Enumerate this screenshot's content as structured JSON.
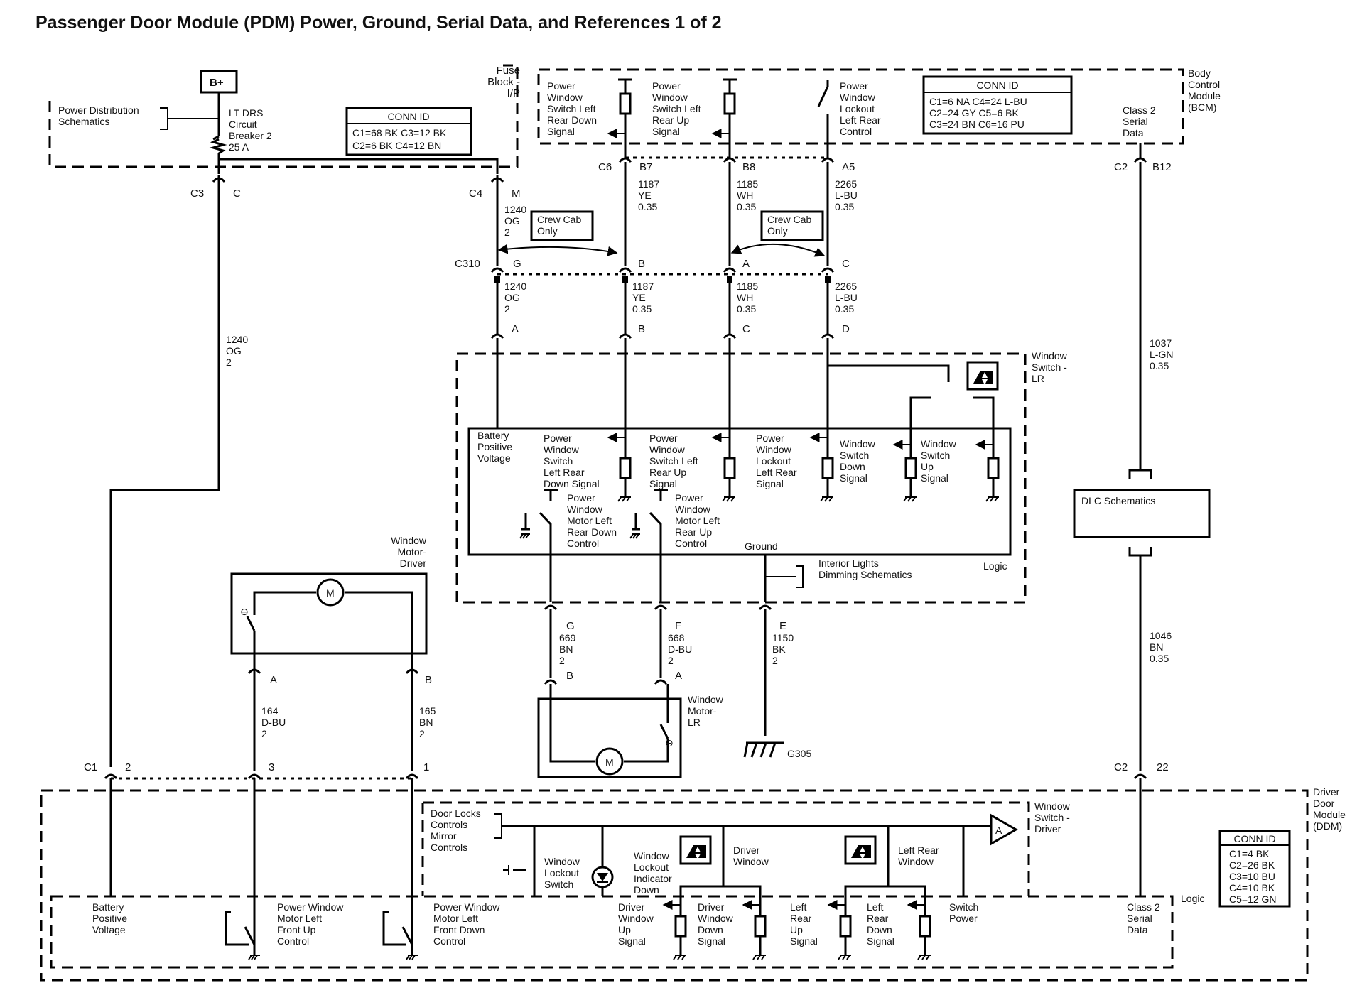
{
  "title": "Passenger Door Module (PDM) Power, Ground, Serial Data, and References 1 of 2",
  "top_left": {
    "bplus": "B+",
    "power_dist": [
      "Power Distribution",
      "Schematics"
    ],
    "breaker": [
      "LT DRS",
      "Circuit",
      "Breaker 2",
      "25 A"
    ],
    "fuse_block": [
      "Fuse",
      "Block -",
      "I/P"
    ],
    "conn_id_title": "CONN ID",
    "conn_id_lines": [
      "C1=68 BK  C3=12 BK",
      "C2=6 BK   C4=12 BN"
    ],
    "c3": "C3",
    "c3_pin": "C",
    "c4": "C4",
    "c4_pin": "M"
  },
  "bcm": {
    "name": [
      "Body",
      "Control",
      "Module",
      "(BCM)"
    ],
    "sig1": [
      "Power",
      "Window",
      "Switch Left",
      "Rear Down",
      "Signal"
    ],
    "sig2": [
      "Power",
      "Window",
      "Switch Left",
      "Rear Up",
      "Signal"
    ],
    "sig3": [
      "Power",
      "Window",
      "Lockout",
      "Left Rear",
      "Control"
    ],
    "class2": [
      "Class 2",
      "Serial",
      "Data"
    ],
    "conn_id_title": "CONN ID",
    "conn_id_lines": [
      "C1=6 NA     C4=24 L-BU",
      "C2=24 GY   C5=6 BK",
      "C3=24 BN    C6=16 PU"
    ],
    "c6": "C6",
    "pins": [
      "B7",
      "B8",
      "A5"
    ],
    "c2": "C2",
    "c2_pin": "B12"
  },
  "wires": {
    "w1240_a": [
      "1240",
      "OG",
      "2"
    ],
    "w1187_a": [
      "1187",
      "YE",
      "0.35"
    ],
    "w1185_a": [
      "1185",
      "WH",
      "0.35"
    ],
    "w2265_a": [
      "2265",
      "L-BU",
      "0.35"
    ],
    "w1240_b": [
      "1240",
      "OG",
      "2"
    ],
    "w1187_b": [
      "1187",
      "YE",
      "0.35"
    ],
    "w1185_b": [
      "1185",
      "WH",
      "0.35"
    ],
    "w2265_b": [
      "2265",
      "L-BU",
      "0.35"
    ],
    "w1240_left": [
      "1240",
      "OG",
      "2"
    ],
    "w1037": [
      "1037",
      "L-GN",
      "0.35"
    ],
    "w1046": [
      "1046",
      "BN",
      "0.35"
    ],
    "w669": [
      "669",
      "BN",
      "2"
    ],
    "w668": [
      "668",
      "D-BU",
      "2"
    ],
    "w1150": [
      "1150",
      "BK",
      "2"
    ],
    "w164": [
      "164",
      "D-BU",
      "2"
    ],
    "w165": [
      "165",
      "BN",
      "2"
    ]
  },
  "c310": {
    "label": "C310",
    "pins": [
      "G",
      "B",
      "A",
      "C"
    ],
    "crew_cab": [
      "Crew Cab",
      "Only"
    ],
    "crew_cab2": [
      "Crew Cab",
      "Only"
    ]
  },
  "lr_switch": {
    "name": [
      "Window",
      "Switch -",
      "LR"
    ],
    "pins": [
      "A",
      "B",
      "C",
      "D"
    ],
    "logic": "Logic",
    "bpv": [
      "Battery",
      "Positive",
      "Voltage"
    ],
    "s1": [
      "Power",
      "Window",
      "Switch",
      "Left Rear",
      "Down Signal"
    ],
    "s2": [
      "Power",
      "Window",
      "Switch Left",
      "Rear Up",
      "Signal"
    ],
    "s3": [
      "Power",
      "Window",
      "Lockout",
      "Left Rear",
      "Signal"
    ],
    "s4": [
      "Window",
      "Switch",
      "Down",
      "Signal"
    ],
    "s5": [
      "Window",
      "Switch",
      "Up",
      "Signal"
    ],
    "m1": [
      "Power",
      "Window",
      "Motor Left",
      "Rear Down",
      "Control"
    ],
    "m2": [
      "Power",
      "Window",
      "Motor Left",
      "Rear Up",
      "Control"
    ],
    "ground": "Ground",
    "interior": [
      "Interior Lights",
      "Dimming Schematics"
    ],
    "pin_g": "G",
    "pin_f": "F",
    "pin_e": "E"
  },
  "dlc": "DLC Schematics",
  "motor_lr": {
    "name": [
      "Window",
      "Motor-",
      "LR"
    ],
    "pin_b": "B",
    "pin_a": "A",
    "m": "M"
  },
  "ground_g305": "G305",
  "motor_driver": {
    "name": [
      "Window",
      "Motor-",
      "Driver"
    ],
    "pin_a": "A",
    "pin_b": "B",
    "m": "M"
  },
  "ddm": {
    "name": [
      "Driver",
      "Door",
      "Module",
      "(DDM)"
    ],
    "c1": "C1",
    "c1_pins": [
      "2",
      "3",
      "1"
    ],
    "c2": "C2",
    "c2_pin": "22",
    "conn_id_title": "CONN ID",
    "conn_id_lines": [
      "C1=4 BK",
      "C2=26 BK",
      "C3=10 BU",
      "C4=10 BK",
      "C5=12 GN"
    ],
    "logic": "Logic",
    "bpv": [
      "Battery",
      "Positive",
      "Voltage"
    ],
    "pw_up": [
      "Power Window",
      "Motor Left",
      "Front Up",
      "Control"
    ],
    "pw_down": [
      "Power Window",
      "Motor Left",
      "Front Down",
      "Control"
    ],
    "dwu": [
      "Driver",
      "Window",
      "Up",
      "Signal"
    ],
    "dwd": [
      "Driver",
      "Window",
      "Down",
      "Signal"
    ],
    "lru": [
      "Left",
      "Rear",
      "Up",
      "Signal"
    ],
    "lrd": [
      "Left",
      "Rear",
      "Down",
      "Signal"
    ],
    "switch_power": [
      "Switch",
      "Power"
    ],
    "class2": [
      "Class 2",
      "Serial",
      "Data"
    ]
  },
  "drv_switch": {
    "name": [
      "Window",
      "Switch -",
      "Driver"
    ],
    "door_locks": [
      "Door Locks",
      "Controls",
      "Mirror",
      "Controls"
    ],
    "lockout_switch": [
      "Window",
      "Lockout",
      "Switch"
    ],
    "lockout_ind": [
      "Window",
      "Lockout",
      "Indicator",
      "Down"
    ],
    "driver_window": [
      "Driver",
      "Window"
    ],
    "left_rear_window": [
      "Left Rear",
      "Window"
    ],
    "amp": "A"
  }
}
